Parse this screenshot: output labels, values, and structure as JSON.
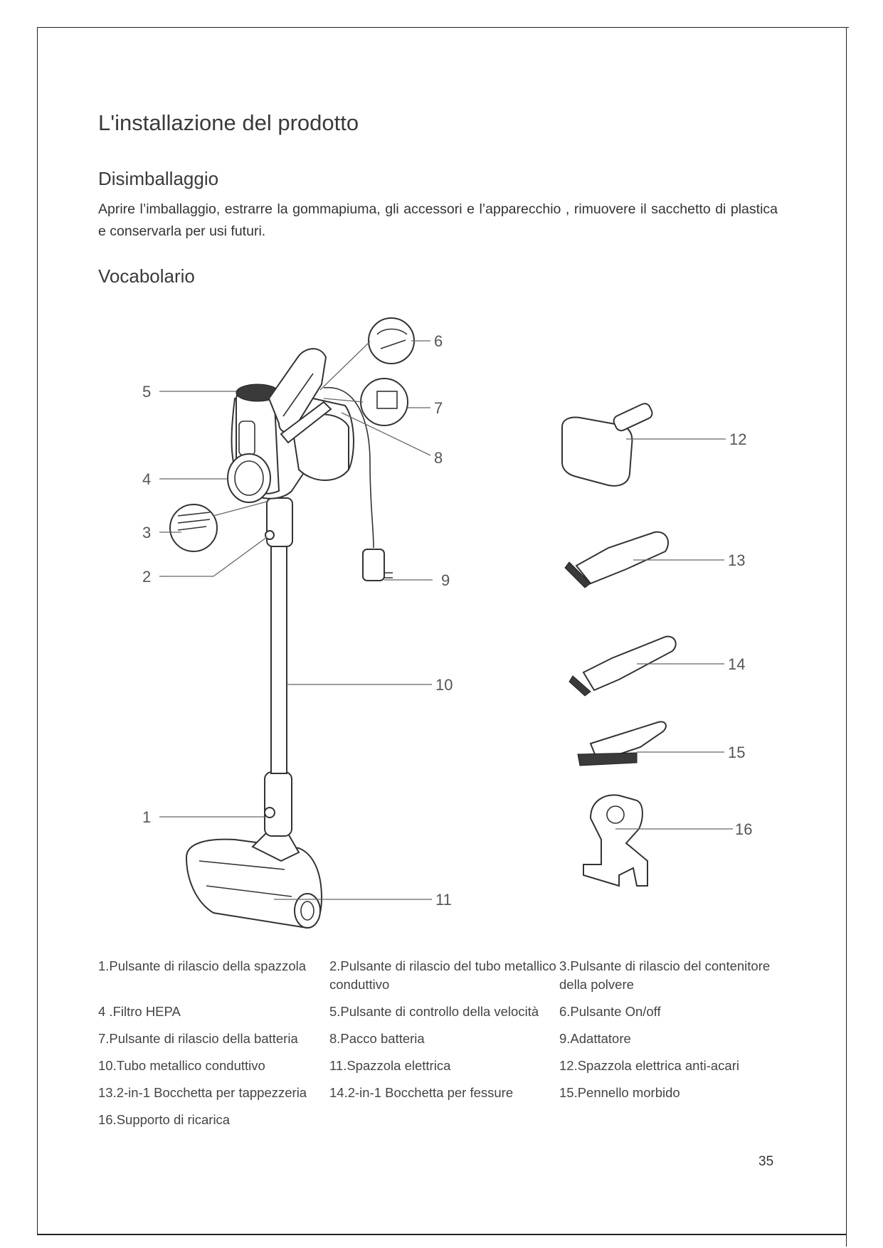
{
  "title": "L'installazione del prodotto",
  "unpacking": {
    "heading": "Disimballaggio",
    "text": "Aprire l’imballaggio, estrarre la gommapiuma, gli accessori e l’apparecchio , rimuovere il sacchetto di plastica e conservarla per usi futuri."
  },
  "vocab": {
    "heading": "Vocabolario"
  },
  "callouts": [
    "1",
    "2",
    "3",
    "4",
    "5",
    "6",
    "7",
    "8",
    "9",
    "10",
    "11",
    "12",
    "13",
    "14",
    "15",
    "16"
  ],
  "legend": [
    [
      "1.Pulsante di rilascio della spazzola",
      "2.Pulsante di rilascio del tubo metallico conduttivo",
      "3.Pulsante di rilascio del contenitore della polvere"
    ],
    [
      "4 .Filtro HEPA",
      "5.Pulsante di controllo della velocità",
      "6.Pulsante On/off"
    ],
    [
      "7.Pulsante di rilascio della batteria",
      "8.Pacco batteria",
      "9.Adattatore"
    ],
    [
      "10.Tubo metallico conduttivo",
      "11.Spazzola elettrica",
      "12.Spazzola elettrica anti-acari"
    ],
    [
      "13.2-in-1 Bocchetta per tappezzeria",
      "14.2-in-1 Bocchetta per fessure",
      "15.Pennello morbido"
    ],
    [
      "16.Supporto di ricarica",
      "",
      ""
    ]
  ],
  "page_number": "35"
}
